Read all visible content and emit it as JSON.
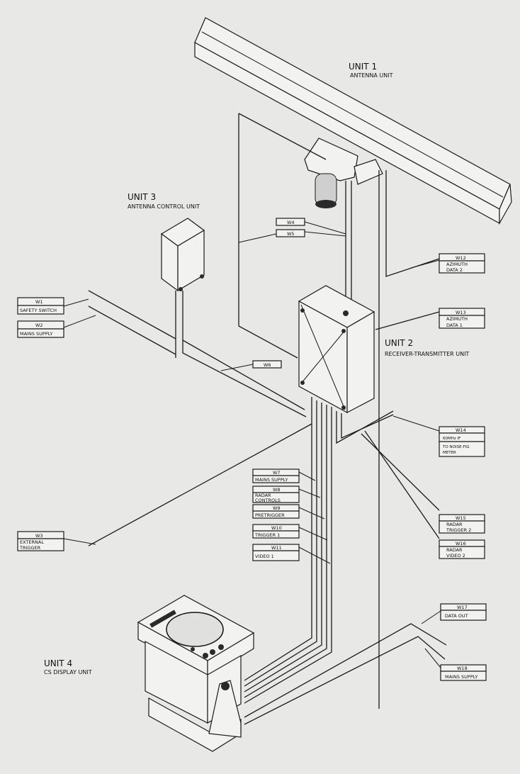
{
  "units": {
    "u1": {
      "title": "UNIT 1",
      "subtitle": "ANTENNA UNIT"
    },
    "u2": {
      "title": "UNIT 2",
      "subtitle": "RECEIVER-TRANSMITTER UNIT"
    },
    "u3": {
      "title": "UNIT 3",
      "subtitle": "ANTENNA CONTROL UNIT"
    },
    "u4": {
      "title": "UNIT 4",
      "subtitle": "CS DISPLAY UNIT"
    }
  },
  "cables": {
    "w1": {
      "id": "W1",
      "desc": "SAFETY SWITCH"
    },
    "w2": {
      "id": "W2",
      "desc": "MAINS SUPPLY"
    },
    "w3": {
      "id": "W3",
      "desc1": "EXTERNAL",
      "desc2": "TRIGGER"
    },
    "w4": {
      "id": "W4"
    },
    "w5": {
      "id": "W5"
    },
    "w6": {
      "id": "W6"
    },
    "w7": {
      "id": "W7",
      "desc": "MAINS SUPPLY"
    },
    "w8": {
      "id": "W8",
      "desc1": "RADAR",
      "desc2": "CONTROLS"
    },
    "w9": {
      "id": "W9",
      "desc": "PRETRIGGER"
    },
    "w10": {
      "id": "W10",
      "desc": "TRIGGER 1"
    },
    "w11": {
      "id": "W11",
      "desc": "VIDEO 1"
    },
    "w12": {
      "id": "W12",
      "desc1": "AZIMUTH",
      "desc2": "DATA 2"
    },
    "w13": {
      "id": "W13",
      "desc1": "AZIMUTH",
      "desc2": "DATA 1"
    },
    "w14": {
      "id": "W14",
      "desc1": "60MHz IF",
      "desc2": "TO NOISE-FIG",
      "desc3": "METER"
    },
    "w15": {
      "id": "W15",
      "desc1": "RADAR",
      "desc2": "TRIGGER 2"
    },
    "w16": {
      "id": "W16",
      "desc1": "RADAR",
      "desc2": "VIDEO 2"
    },
    "w17": {
      "id": "W17",
      "desc": "DATA OUT"
    },
    "w18": {
      "id": "W18",
      "desc": "MAINS SUPPLY"
    }
  }
}
